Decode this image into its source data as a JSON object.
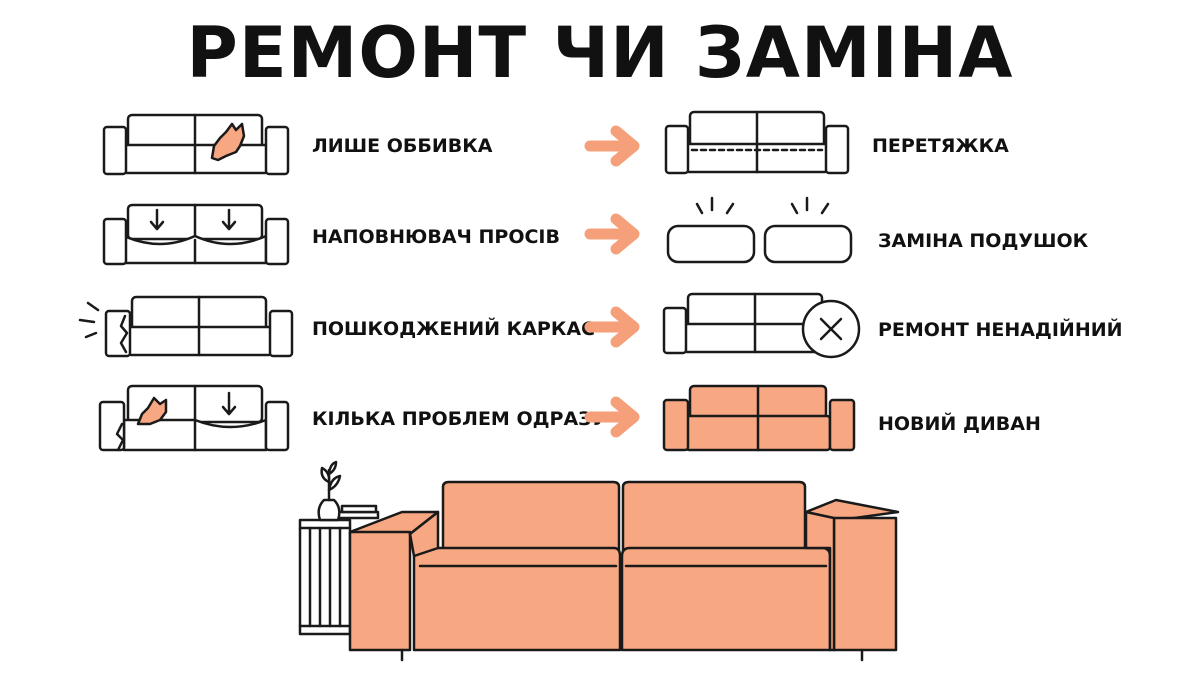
{
  "title": "РЕМОНТ ЧИ ЗАМІНА",
  "rows": [
    {
      "problem": "ЛИШЕ ОББИВКА",
      "solution": "ПЕРЕТЯЖКА"
    },
    {
      "problem": "НАПОВНЮВАЧ ПРОСІВ",
      "solution": "ЗАМІНА ПОДУШОК"
    },
    {
      "problem": "ПОШКОДЖЕНИЙ КАРКАС",
      "solution": "РЕМОНТ НЕНАДІЙНИЙ"
    },
    {
      "problem": "КІЛЬКА ПРОБЛЕМ ОДРАЗУ",
      "solution": "НОВИЙ ДИВАН"
    }
  ],
  "colors": {
    "accent": "#f7a782",
    "arrow": "#f5a07a",
    "stroke": "#1a1a1a",
    "background": "#ffffff"
  },
  "icons": [
    "sofa-torn-upholstery-icon",
    "sofa-sagging-cushions-icon",
    "sofa-broken-frame-icon",
    "sofa-multiple-problems-icon",
    "sofa-reupholstered-icon",
    "new-cushions-icon",
    "sofa-unreliable-repair-icon",
    "new-sofa-icon",
    "arrow-right-icon",
    "large-sofa-illustration",
    "side-table-illustration"
  ]
}
